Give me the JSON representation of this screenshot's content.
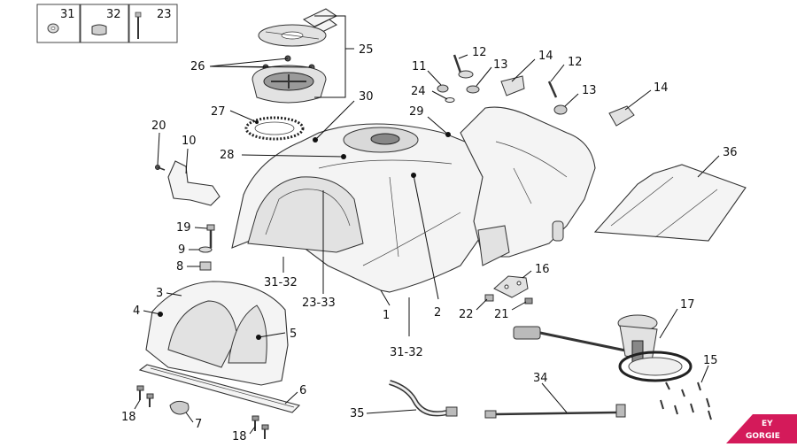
{
  "kit_boxes": [
    {
      "label": "31",
      "icon": "washer-icon"
    },
    {
      "label": "32",
      "icon": "rubber-grommet-icon"
    },
    {
      "label": "23",
      "icon": "screw-icon"
    }
  ],
  "callouts": {
    "c25": "25",
    "c26": "26",
    "c27": "27",
    "c28": "28",
    "c30": "30",
    "c29": "29",
    "c20": "20",
    "c10": "10",
    "c11": "11",
    "c12a": "12",
    "c13a": "13",
    "c24": "24",
    "c14a": "14",
    "c12b": "12",
    "c13b": "13",
    "c14b": "14",
    "c36": "36",
    "c19": "19",
    "c9": "9",
    "c8": "8",
    "c3132a": "31-32",
    "c2333": "23-33",
    "c1": "1",
    "c2": "2",
    "c3132b": "31-32",
    "c3": "3",
    "c4": "4",
    "c5": "5",
    "c16": "16",
    "c22": "22",
    "c21": "21",
    "c17": "17",
    "c15": "15",
    "c34": "34",
    "c35": "35",
    "c6": "6",
    "c7": "7",
    "c18a": "18",
    "c18b": "18"
  },
  "logo": {
    "line1": "EY",
    "line2": "GORGIE"
  }
}
